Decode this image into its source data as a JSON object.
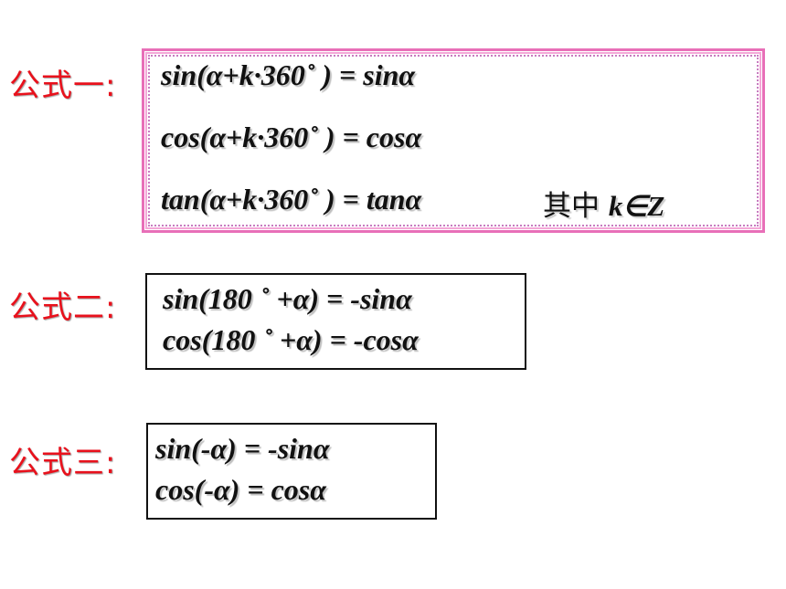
{
  "formula1": {
    "label": "公式一:",
    "line1": "sin(α+k·360˚ ) = sinα",
    "line2": "cos(α+k·360˚ ) = cosα",
    "line3": "tan(α+k·360˚ ) = tanα",
    "note_prefix": "其中 ",
    "note_expr": "k∈Z"
  },
  "formula2": {
    "label": "公式二:",
    "line1": "sin(180 ˚ +α) = -sinα",
    "line2": "cos(180 ˚ +α) = -cosα"
  },
  "formula3": {
    "label": "公式三:",
    "line1": "sin(-α) = -sinα",
    "line2": "cos(-α) = cosα"
  },
  "colors": {
    "label": "#e8111c",
    "box1_border": "#e86fb8",
    "box_border": "#111111"
  }
}
